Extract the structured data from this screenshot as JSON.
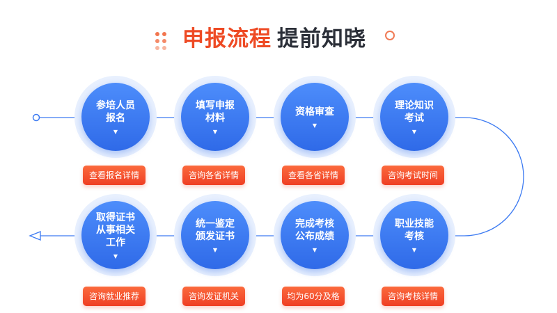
{
  "header": {
    "title_red": "申报流程",
    "title_dark": "提前知晓"
  },
  "colors": {
    "accent_red": "#ee4a24",
    "accent_blue": "#2f6ae8",
    "circle_halo": "#e8f0fe",
    "line_blue": "#3d7bf2",
    "title_dark": "#2b2f38"
  },
  "steps": [
    {
      "label": "参培人员\n报名",
      "button": "查看报名详情"
    },
    {
      "label": "填写申报\n材料",
      "button": "咨询各省详情"
    },
    {
      "label": "资格审查",
      "button": "查看各省详情"
    },
    {
      "label": "理论知识\n考试",
      "button": "咨询考试时间"
    },
    {
      "label": "职业技能\n考核",
      "button": "咨询考核详情"
    },
    {
      "label": "完成考核\n公布成绩",
      "button": "均为60分及格"
    },
    {
      "label": "统一鉴定\n颁发证书",
      "button": "咨询发证机关"
    },
    {
      "label": "取得证书\n从事相关\n工作",
      "button": "咨询就业推荐"
    }
  ],
  "icons": {
    "step_arrow": "caret-down-icon",
    "line_start": "circle-marker-icon",
    "line_end": "triangle-arrow-icon"
  }
}
